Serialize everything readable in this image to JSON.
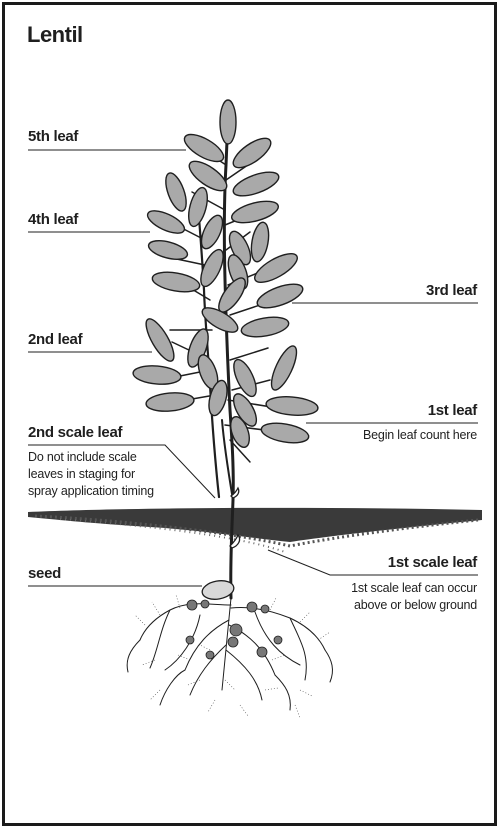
{
  "title": "Lentil",
  "labels": {
    "leaf5": "5th leaf",
    "leaf4": "4th leaf",
    "leaf3": "3rd leaf",
    "leaf2": "2nd leaf",
    "leaf1": "1st leaf",
    "leaf1_note": "Begin leaf count here",
    "scale2": "2nd scale leaf",
    "scale2_note": [
      "Do not include scale",
      "leaves in staging for",
      "spray application timing"
    ],
    "scale1": "1st scale leaf",
    "scale1_note": [
      "1st scale leaf can occur",
      "above or below ground"
    ],
    "seed": "seed"
  },
  "colors": {
    "ink": "#1f1f1f",
    "leaf_fill": "#a9a9a9",
    "soil": "#3a3a3a"
  }
}
